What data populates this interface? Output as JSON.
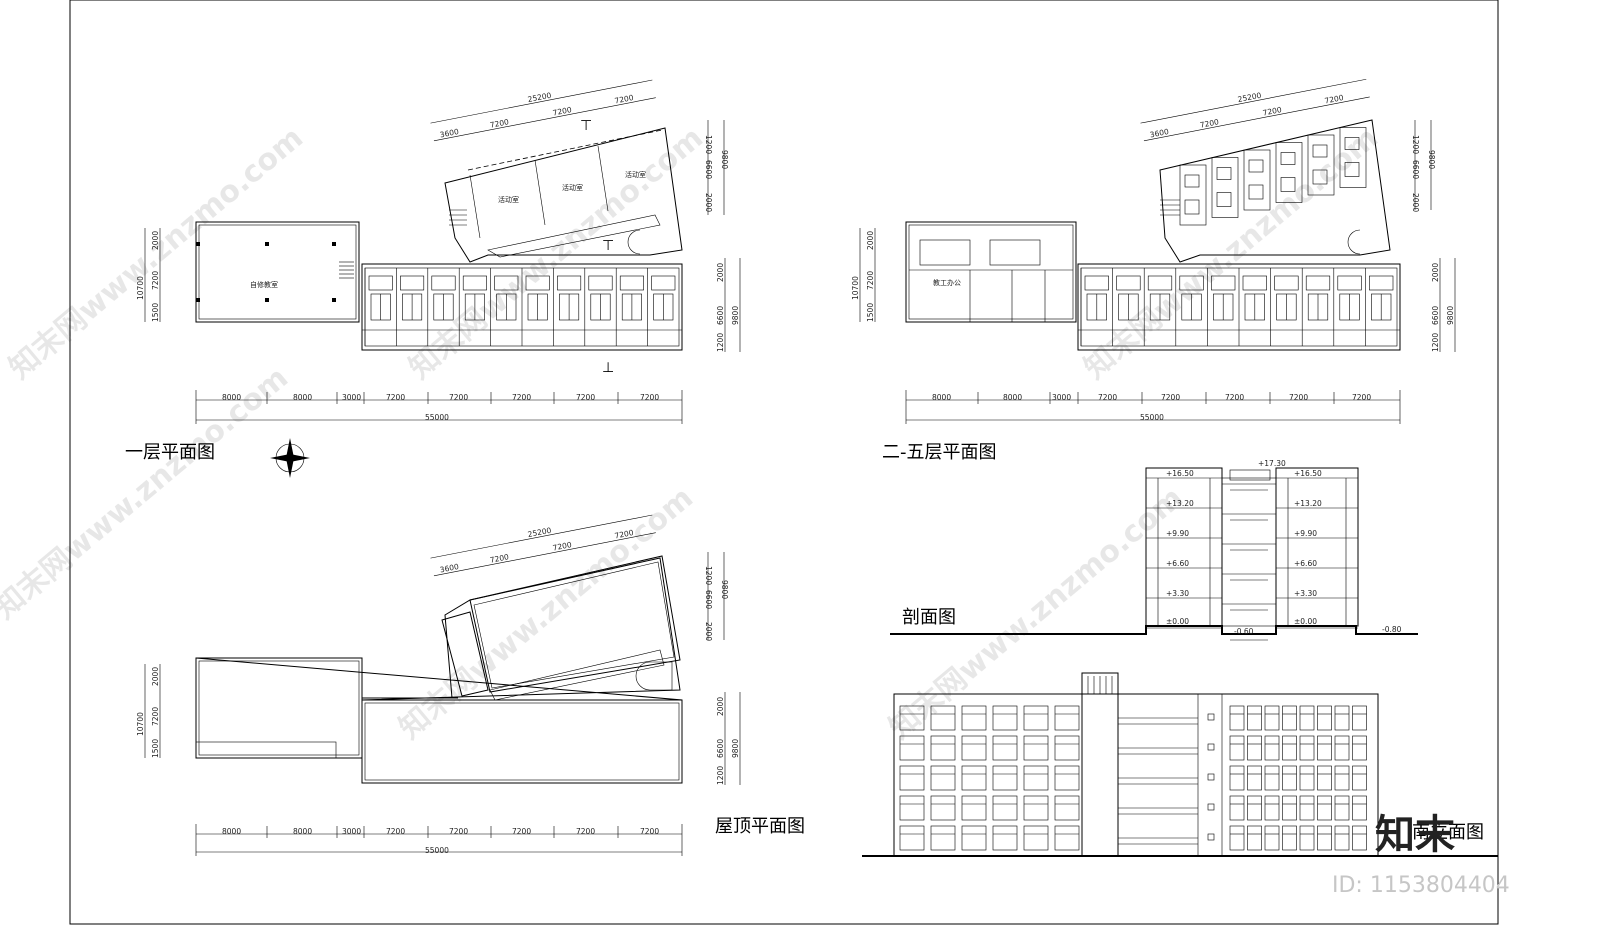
{
  "titles": {
    "first_floor": "一层平面图",
    "floors_2_5": "二-五层平面图",
    "roof": "屋顶平面图",
    "section": "剖面图",
    "elevation": "南立面图"
  },
  "rooms": {
    "activity": "活动室",
    "reading": "自修教室",
    "office": "教工办公"
  },
  "dims": {
    "total": "55000",
    "bay_8000": "8000",
    "bay_3000": "3000",
    "bay_7200": "7200",
    "wing_total": "25200",
    "wing_3600": "3600",
    "v_9800": "9800",
    "v_6600": "6600",
    "v_2000": "2000",
    "v_1200": "1200",
    "v_10700": "10700",
    "v_7200": "7200",
    "v_1500": "1500"
  },
  "levels": {
    "l1": "±0.00",
    "l2": "+3.30",
    "l3": "+6.60",
    "l4": "+9.90",
    "l5": "+13.20",
    "l6": "+16.50",
    "top": "+17.30",
    "ground": "-0.60",
    "ground2": "-0.80"
  },
  "watermark": {
    "text": "知末网www.znzmo.com",
    "brand": "知末",
    "id": "ID: 1153804404"
  },
  "icons": {
    "north_arrow": "compass-rose-icon"
  }
}
